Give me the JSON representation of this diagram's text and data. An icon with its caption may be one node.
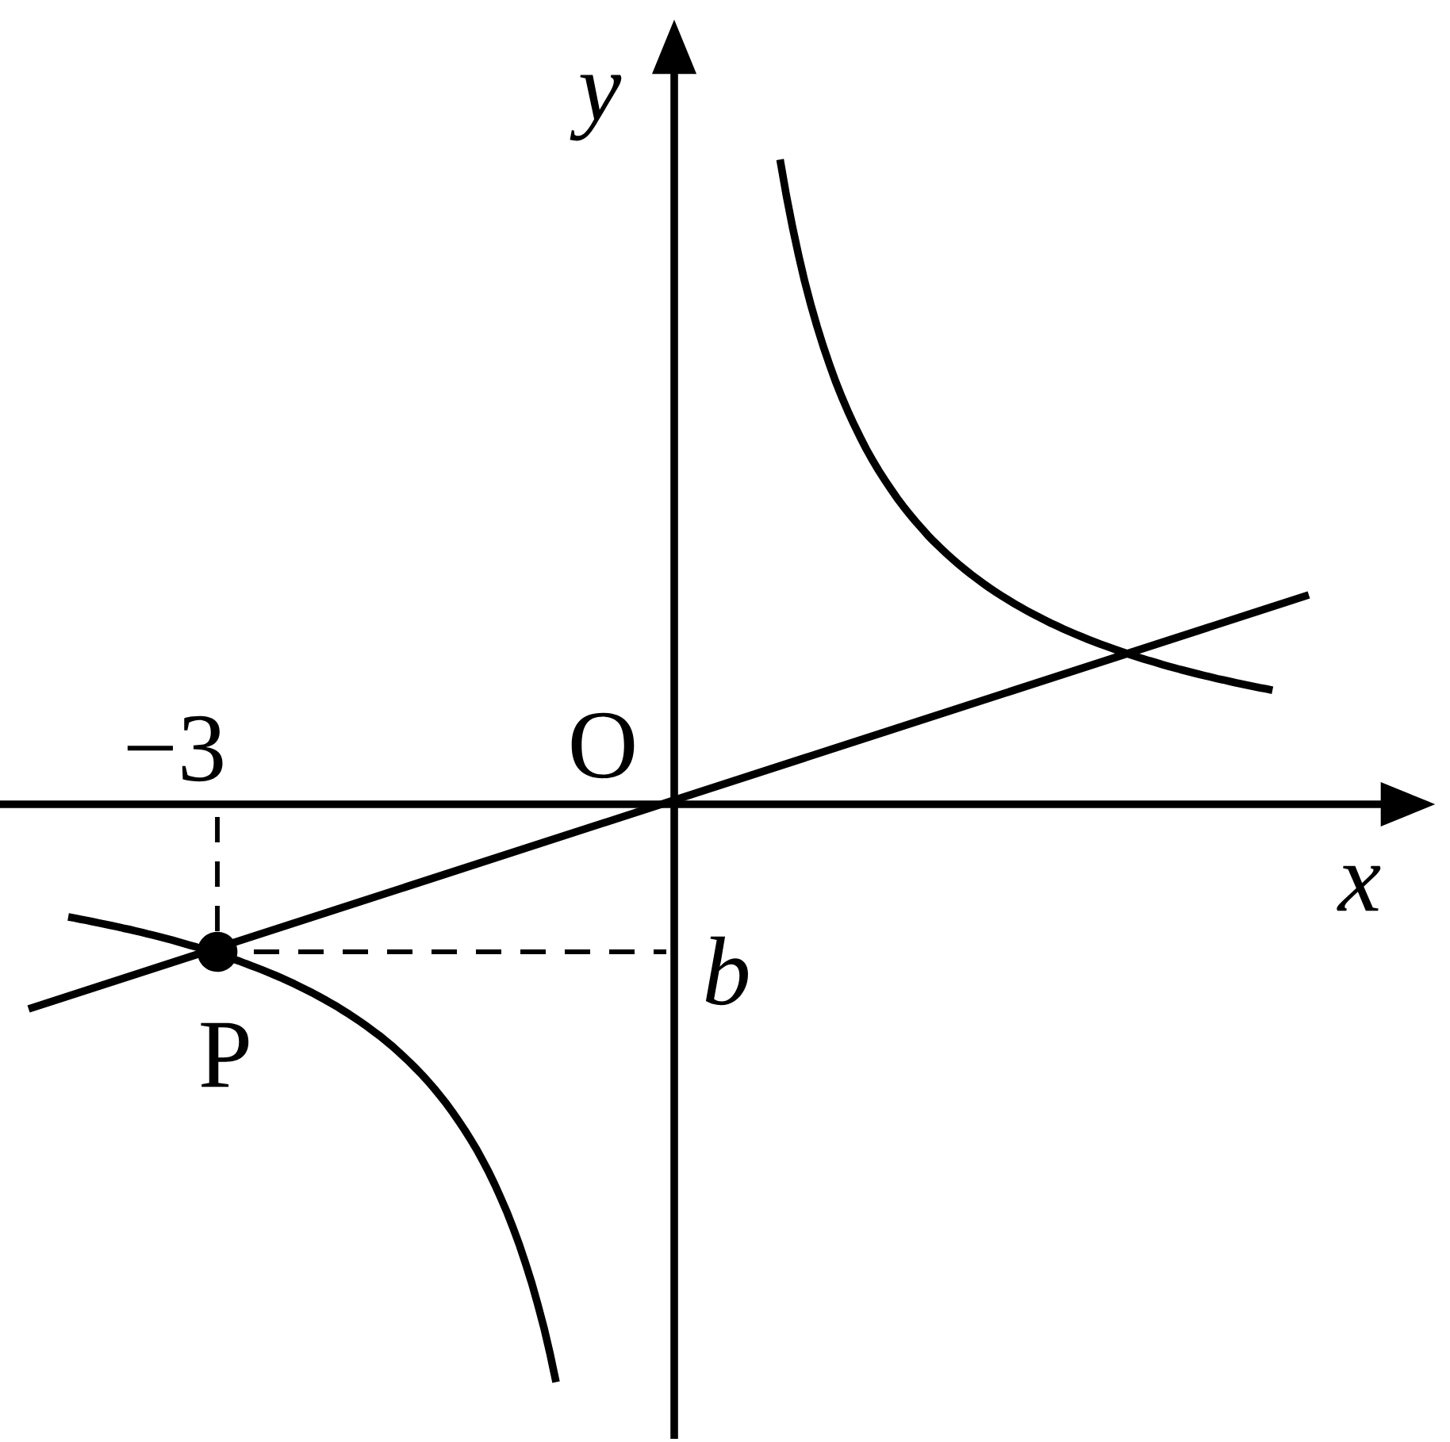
{
  "diagram": {
    "labels": [
      "y",
      "O",
      "−3",
      "x",
      "b",
      "P"
    ]
  }
}
